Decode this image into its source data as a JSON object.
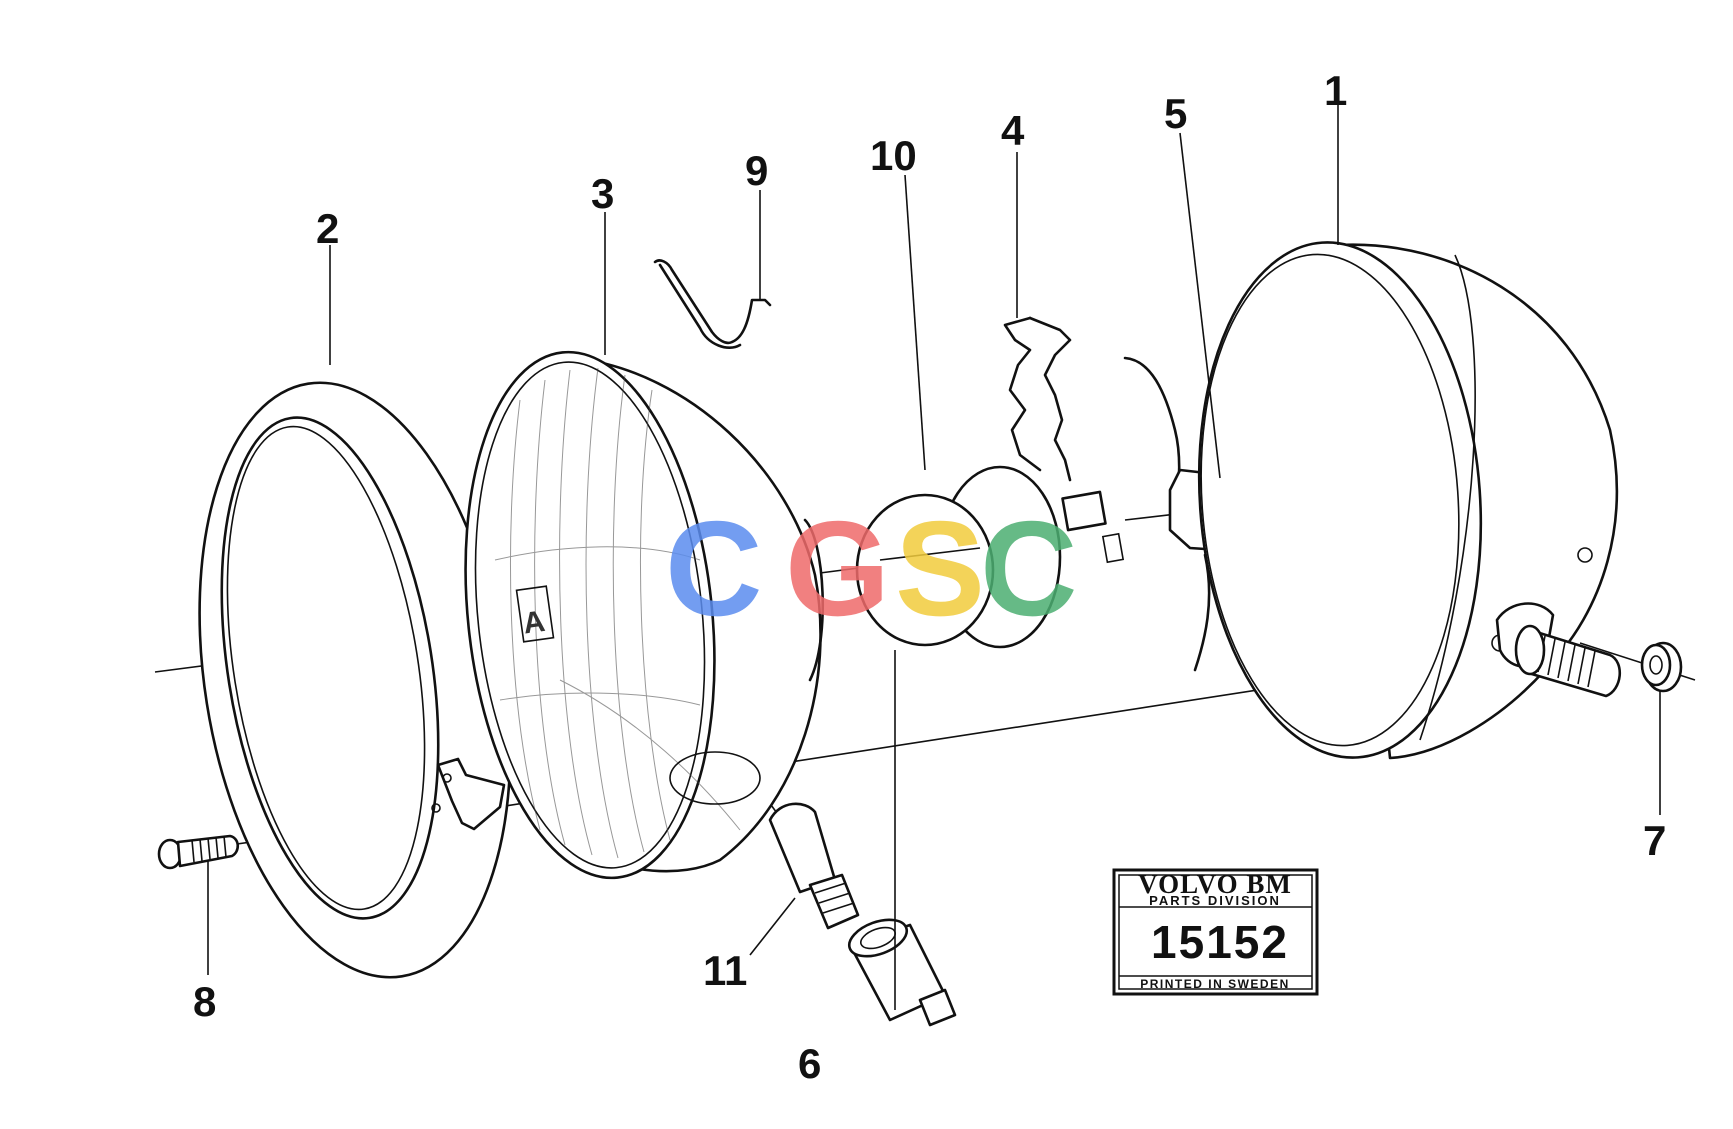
{
  "callouts": {
    "c1": "1",
    "c2": "2",
    "c3": "3",
    "c4": "4",
    "c5": "5",
    "c6": "6",
    "c7": "7",
    "c8": "8",
    "c9": "9",
    "c10": "10",
    "c11": "11"
  },
  "label_plate": {
    "brand": "VOLVO BM",
    "division": "PARTS DIVISION",
    "number": "15152",
    "footer": "PRINTED IN SWEDEN"
  },
  "watermark": {
    "letters": [
      "C",
      "G",
      "S",
      "C"
    ],
    "colors": [
      "#5b8def",
      "#ef6b6b",
      "#f2cc3d",
      "#4caf72"
    ]
  }
}
